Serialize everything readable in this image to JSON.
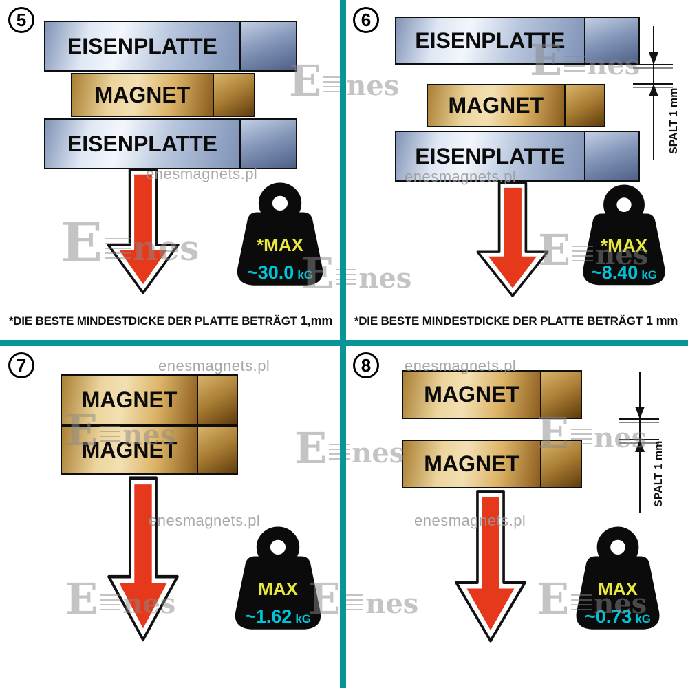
{
  "colors": {
    "divider_teal": "#089599",
    "arrow_red": "#e6391c",
    "max_yellow": "#e9e83f",
    "value_cyan": "#00c4d6",
    "steel_blue": "#7e92b6",
    "magnet_gold": "#dcb366",
    "watermark_gray": "#999999"
  },
  "watermark": {
    "site": "enesmagnets.pl",
    "logo_e": "E",
    "logo_nes": "nes"
  },
  "panels": [
    {
      "badge": "5",
      "layers": {
        "top": "EISENPLATTE",
        "mid": "MAGNET",
        "bottom": "EISENPLATTE"
      },
      "max_label": "*MAX",
      "value": "~30.0",
      "unit": "kG",
      "footnote": "*DIE BESTE MINDESTDICKE DER PLATTE BETRÄGT",
      "footnote_bold": "1,mm"
    },
    {
      "badge": "6",
      "layers": {
        "top": "EISENPLATTE",
        "mid": "MAGNET",
        "bottom": "EISENPLATTE"
      },
      "gap_label": "SPALT 1 mm",
      "max_label": "*MAX",
      "value": "~8.40",
      "unit": "kG",
      "footnote": "*DIE BESTE MINDESTDICKE DER PLATTE BETRÄGT",
      "footnote_bold": "1 mm"
    },
    {
      "badge": "7",
      "layers": {
        "top": "MAGNET",
        "bottom": "MAGNET"
      },
      "max_label": "MAX",
      "value": "~1.62",
      "unit": "kG"
    },
    {
      "badge": "8",
      "layers": {
        "top": "MAGNET",
        "bottom": "MAGNET"
      },
      "gap_label": "SPALT 1 mm",
      "max_label": "MAX",
      "value": "~0.73",
      "unit": "kG"
    }
  ]
}
